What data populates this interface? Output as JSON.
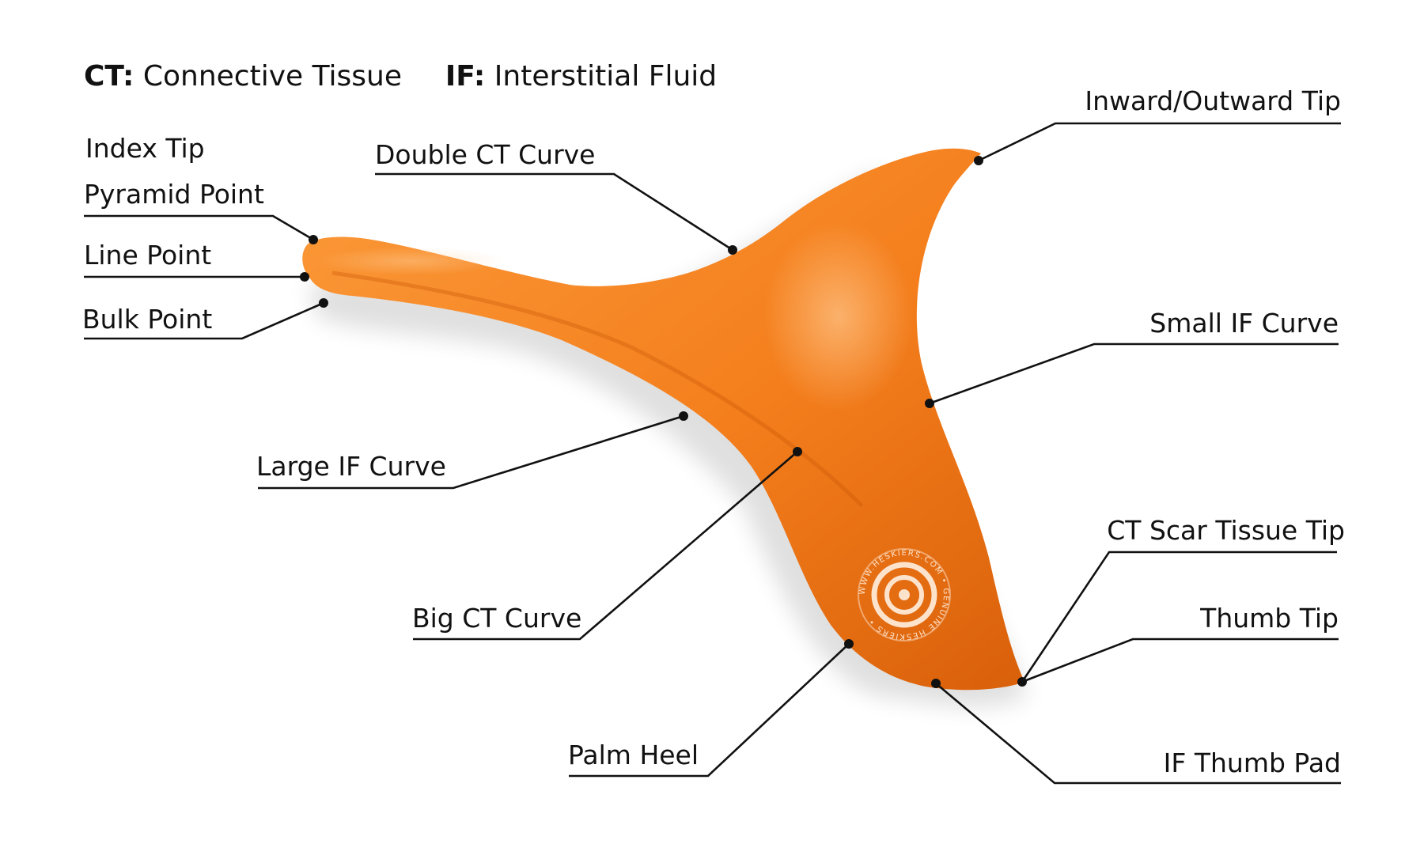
{
  "legend": {
    "ct_abbr": "CT:",
    "ct_text": "Connective Tissue",
    "if_abbr": "IF:",
    "if_text": "Interstitial Fluid"
  },
  "labels": {
    "index_tip": "Index Tip",
    "pyramid_point": "Pyramid Point",
    "line_point": "Line Point",
    "bulk_point": "Bulk Point",
    "double_ct_curve": "Double CT Curve",
    "inward_outward_tip": "Inward/Outward Tip",
    "small_if_curve": "Small IF Curve",
    "large_if_curve": "Large IF Curve",
    "big_ct_curve": "Big CT Curve",
    "ct_scar_tissue_tip": "CT Scar Tissue Tip",
    "thumb_tip": "Thumb Tip",
    "palm_heel": "Palm Heel",
    "if_thumb_pad": "IF Thumb Pad"
  },
  "logo": {
    "text": "WWW.HESKIERS.COM • GENUINE HESKIERS •"
  },
  "colors": {
    "tool_main": "#f47e1c",
    "tool_light": "#fb9a3a",
    "tool_dark": "#d9600a",
    "leader": "#111111"
  }
}
